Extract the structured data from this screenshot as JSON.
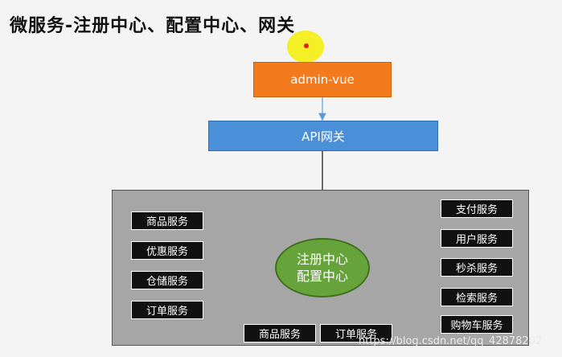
{
  "title": "微服务-注册中心、配置中心、网关",
  "nodes": {
    "admin": "admin-vue",
    "gateway": "API网关",
    "center_line1": "注册中心",
    "center_line2": "配置中心"
  },
  "left_services": [
    "商品服务",
    "优惠服务",
    "仓储服务",
    "订单服务"
  ],
  "right_services": [
    "支付服务",
    "用户服务",
    "秒杀服务",
    "检索服务",
    "购物车服务"
  ],
  "bottom_services": [
    "商品服务",
    "订单服务"
  ],
  "watermark": "https://blog.csdn.net/qq_42878202",
  "colors": {
    "admin": "#f37b1d",
    "gateway": "#4a90d9",
    "center": "#66a33a",
    "panel": "#a6a6a6",
    "service": "#111111"
  }
}
